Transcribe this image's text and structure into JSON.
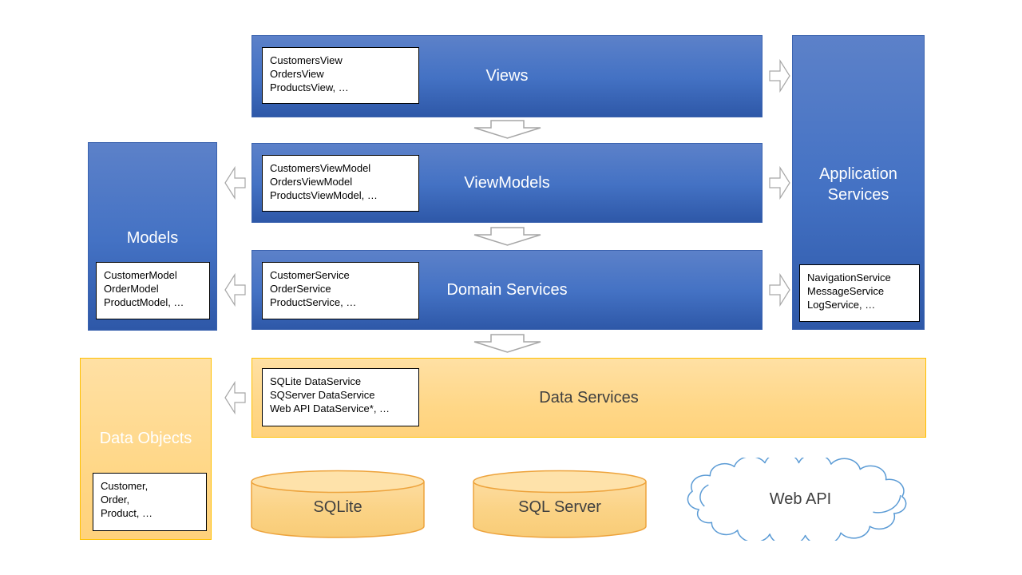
{
  "colors": {
    "blue_accent": "#4472C4",
    "blue_gradient_top": "#5C81C9",
    "blue_gradient_bottom": "#2E58A8",
    "orange_fill": "#FFD787",
    "orange_border": "#FFC000",
    "cylinder_border": "#EDA33C",
    "cloud_stroke": "#5B9BD5",
    "arrow_stroke": "#A6A6A6",
    "dark_text": "#404040"
  },
  "bars": {
    "views": {
      "title": "Views",
      "items": [
        "CustomersView",
        "OrdersView",
        "ProductsView, …"
      ]
    },
    "viewmodels": {
      "title": "ViewModels",
      "items": [
        "CustomersViewModel",
        "OrdersViewModel",
        "ProductsViewModel, …"
      ]
    },
    "domain_services": {
      "title": "Domain Services",
      "items": [
        "CustomerService",
        "OrderService",
        "ProductService, …"
      ]
    },
    "data_services": {
      "title": "Data Services",
      "items": [
        "SQLite DataService",
        "SQServer DataService",
        "Web API DataService*, …"
      ]
    }
  },
  "side_boxes": {
    "models": {
      "title": "Models",
      "items": [
        "CustomerModel",
        "OrderModel",
        "ProductModel, …"
      ]
    },
    "data_objects": {
      "title": "Data Objects",
      "items": [
        "Customer,",
        "Order,",
        "Product, …"
      ]
    },
    "application_services": {
      "title": "Application Services",
      "items": [
        "NavigationService",
        "MessageService",
        "LogService, …"
      ]
    }
  },
  "storage": {
    "sqlite": {
      "label": "SQLite"
    },
    "sql_server": {
      "label": "SQL Server"
    },
    "web_api": {
      "label": "Web API"
    }
  }
}
